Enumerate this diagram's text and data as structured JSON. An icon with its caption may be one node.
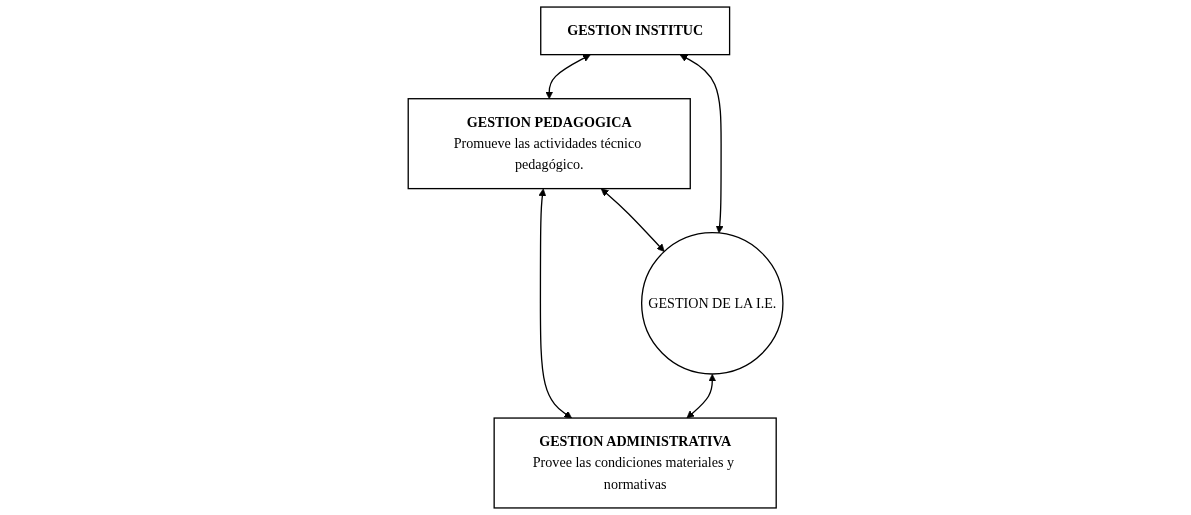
{
  "diagram": {
    "nodes": [
      {
        "text": [
          "GESTION PEDAGOGICA",
          "Promueve las actividades técnico pedagógico."
        ]
      },
      {
        "text": [
          "GESTION INSTITUC"
        ]
      },
      {
        "text": [
          "GESTION DE LA I.E."
        ]
      },
      {
        "text": [
          "GESTION ADMINISTRATIVA",
          "Provee las condiciones materiales y normativas"
        ]
      }
    ],
    "edges": [
      {
        "from": 1,
        "to": 0,
        "arrow": "both"
      },
      {
        "from": 0,
        "to": 3,
        "arrow": "both"
      },
      {
        "from": 0,
        "to": 2,
        "arrow": "both"
      },
      {
        "from": 1,
        "to": 2,
        "arrow": "both"
      },
      {
        "from": 2,
        "to": 3,
        "arrow": "both"
      }
    ]
  }
}
